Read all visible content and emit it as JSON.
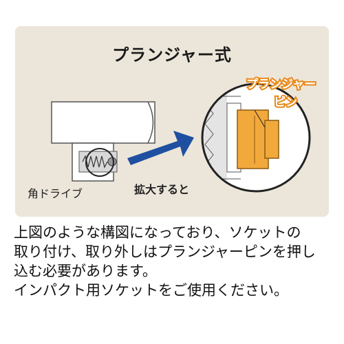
{
  "title": "プランジャー式",
  "labels": {
    "square_drive": "角ドライブ",
    "enlarged": "拡大すると",
    "plunger_line1": "プランジャー",
    "plunger_line2": "ピン"
  },
  "description": [
    "上図のような構図になっており、ソケットの",
    "取り付け、取り外しはプランジャーピンを押し",
    "込む必要があります。",
    "インパクト用ソケットをご使用ください。"
  ],
  "colors": {
    "panel_bg": "#ece6da",
    "arrow": "#1f4fa0",
    "plunger": "#f2a93b",
    "plunger_text": "#ffffff",
    "plunger_text_stroke": "#e8891a"
  }
}
